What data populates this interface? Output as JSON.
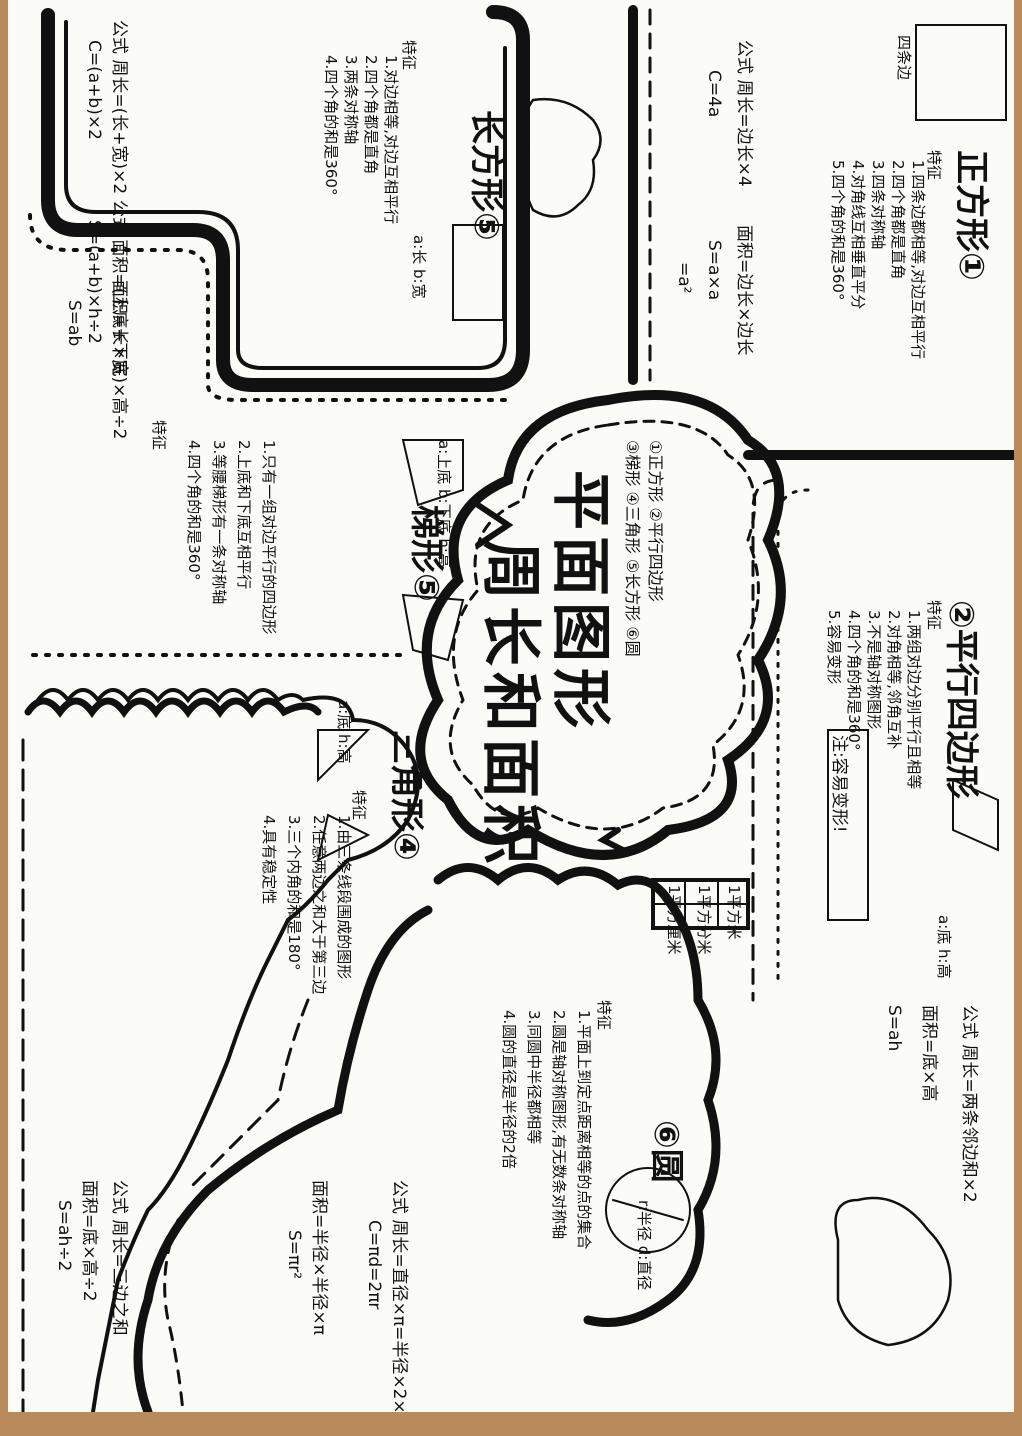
{
  "title": {
    "line1": "平面图形",
    "line2": "周长和面积"
  },
  "subtitle": [
    "①正方形 ②平行四边形",
    "③梯形 ④三角形 ⑤长方形 ⑥圆"
  ],
  "shapes": {
    "square": {
      "heading": "正方形①",
      "label": "特征",
      "features": [
        "1.四条边都相等,对边互相平行",
        "2.四个角都是直角",
        "3.四条对称轴",
        "4.对角线互相垂直平分",
        "5.四个角的和是360°"
      ],
      "fig": "四条边",
      "formulas": [
        "公式 周长=边长×4",
        "C=4a",
        "面积=边长×边长",
        "S=a×a",
        "=a²"
      ]
    },
    "rectangle": {
      "heading": "长方形⑤",
      "label": "特征",
      "features": [
        "1.对边相等,对边互相平行",
        "2.四个角都是直角",
        "3.两条对称轴",
        "4.四个角的和是360°"
      ],
      "fig": "a:长 b:宽",
      "formulas": [
        "公式 周长=(长+宽)×2",
        "C=(a+b)×2",
        "面积=长×宽",
        "S=ab"
      ]
    },
    "trapezoid": {
      "heading": "梯形⑤",
      "label": "特征",
      "features": [
        "1.只有一组对边平行的四边形",
        "2.上底和下底互相平行",
        "3.等腰梯形有一条对称轴",
        "4.四个角的和是360°"
      ],
      "fig": "a:上底 b:下底 h:高",
      "formulas": [
        "公式 面积=(上底+下底)×高÷2",
        "S=(a+b)×h÷2"
      ]
    },
    "parallelogram": {
      "heading": "②平行四边形",
      "label": "特征",
      "features": [
        "1.两组对边分别平行且相等",
        "2.对角相等,邻角互补",
        "3.不是轴对称图形",
        "4.四个角的和是360°",
        "5.容易变形"
      ],
      "note": "注:容易变形!",
      "fig": "a:底 h:高",
      "formulas": [
        "公式 周长=两条邻边和×2",
        "面积=底×高",
        "S=ah"
      ]
    },
    "triangle": {
      "heading": "三角形④",
      "label": "特征",
      "features": [
        "1.由三条线段围成的图形",
        "2.任意两边之和大于第三边",
        "3.三个内角的和是180°",
        "4.具有稳定性"
      ],
      "fig": "a:底 h:高",
      "formulas": [
        "公式 周长=三边之和",
        "面积=底×高÷2",
        "S=ah÷2"
      ]
    },
    "circle": {
      "heading": "⑥圆",
      "label": "特征",
      "features": [
        "1.平面上到定点距离相等的点的集合",
        "2.圆是轴对称图形,有无数条对称轴",
        "3.同圆中半径都相等",
        "4.圆的直径是半径的2倍"
      ],
      "fig": "r:半径 d:直径",
      "formulas": [
        "公式 周长=直径×π=半径×2×π",
        "C=πd=2πr",
        "面积=半径×半径×π",
        "S=πr²"
      ]
    }
  },
  "unit_box": [
    "1平方米",
    "1平方分米",
    "1平方厘米"
  ]
}
